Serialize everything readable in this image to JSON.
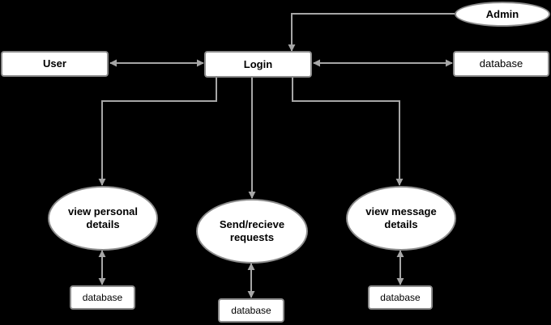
{
  "diagram": {
    "nodes": {
      "admin": {
        "label": "Admin",
        "shape": "ellipse"
      },
      "user": {
        "label": "User",
        "shape": "rect"
      },
      "login": {
        "label": "Login",
        "shape": "rect"
      },
      "database_top": {
        "label": "database",
        "shape": "rect"
      },
      "view_personal": {
        "line1": "view personal",
        "line2": "details",
        "shape": "ellipse"
      },
      "send_requests": {
        "line1": "Send/recieve",
        "line2": "requests",
        "shape": "ellipse"
      },
      "view_message": {
        "line1": "view message",
        "line2": "details",
        "shape": "ellipse"
      },
      "database_left": {
        "label": "database",
        "shape": "rect"
      },
      "database_center": {
        "label": "database",
        "shape": "rect"
      },
      "database_right": {
        "label": "database",
        "shape": "rect"
      }
    },
    "edges": [
      {
        "from": "admin",
        "to": "login",
        "direction": "one-way"
      },
      {
        "from": "user",
        "to": "login",
        "direction": "two-way"
      },
      {
        "from": "login",
        "to": "database_top",
        "direction": "two-way"
      },
      {
        "from": "login",
        "to": "view_personal",
        "direction": "one-way"
      },
      {
        "from": "login",
        "to": "send_requests",
        "direction": "one-way"
      },
      {
        "from": "login",
        "to": "view_message",
        "direction": "one-way"
      },
      {
        "from": "view_personal",
        "to": "database_left",
        "direction": "two-way"
      },
      {
        "from": "send_requests",
        "to": "database_center",
        "direction": "two-way"
      },
      {
        "from": "view_message",
        "to": "database_right",
        "direction": "two-way"
      }
    ],
    "colors": {
      "background": "#000000",
      "node_fill": "#ffffff",
      "node_border": "#8c8c8c",
      "connector": "#a6a6a6",
      "text": "#000000"
    }
  }
}
